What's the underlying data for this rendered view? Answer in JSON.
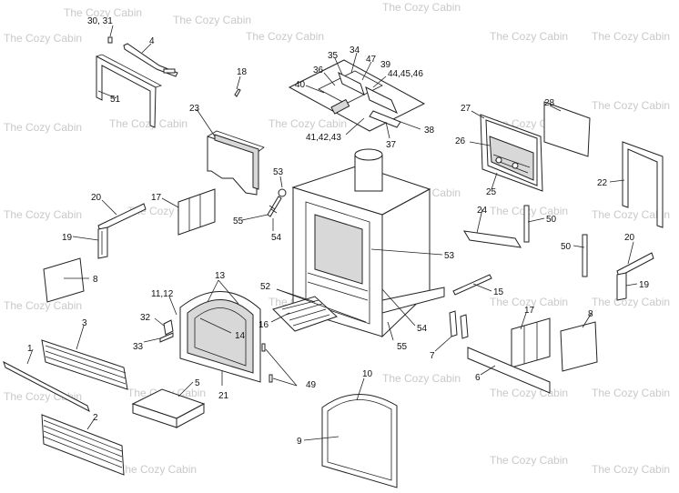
{
  "watermark": "The Cozy Cabin",
  "labels": {
    "p1": "1",
    "p2": "2",
    "p3": "3",
    "p4": "4",
    "p5": "5",
    "p6": "6",
    "p7": "7",
    "p8a": "8",
    "p8b": "8",
    "p9": "9",
    "p10": "10",
    "p1112": "11,12",
    "p13": "13",
    "p14": "14",
    "p15": "15",
    "p16": "16",
    "p17a": "17",
    "p17b": "17",
    "p18": "18",
    "p19a": "19",
    "p19b": "19",
    "p20a": "20",
    "p20b": "20",
    "p21": "21",
    "p22": "22",
    "p23": "23",
    "p24": "24",
    "p25": "25",
    "p26": "26",
    "p27": "27",
    "p28": "28",
    "p3031": "30, 31",
    "p32": "32",
    "p33": "33",
    "p34": "34",
    "p35": "35",
    "p36": "36",
    "p37": "37",
    "p38": "38",
    "p39": "39",
    "p40": "40",
    "p414243": "41,42,43",
    "p444546": "44,45,46",
    "p47": "47",
    "p49": "49",
    "p50a": "50",
    "p50b": "50",
    "p51": "51",
    "p52": "52",
    "p53a": "53",
    "p53b": "53",
    "p54a": "54",
    "p54b": "54",
    "p55a": "55",
    "p55b": "55"
  }
}
